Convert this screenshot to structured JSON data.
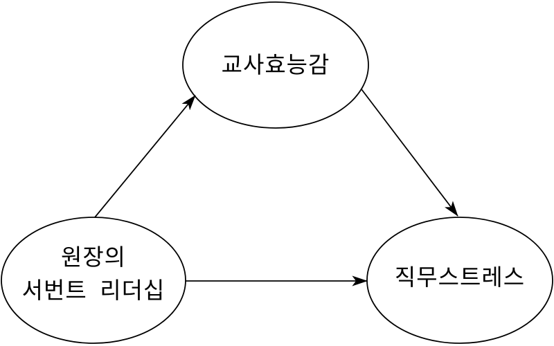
{
  "diagram": {
    "type": "path-model",
    "background_color": "#ffffff",
    "stroke_color": "#000000",
    "text_color": "#000000",
    "nodes": {
      "teacher_efficacy": {
        "label": "교사효능감",
        "shape": "ellipse",
        "position": "top-center"
      },
      "servant_leadership": {
        "label_line1": "원장의",
        "label_line2": "서번트 리더십",
        "shape": "ellipse",
        "position": "bottom-left"
      },
      "job_stress": {
        "label": "직무스트레스",
        "shape": "ellipse",
        "position": "bottom-right"
      }
    },
    "edges": [
      {
        "from": "원장의 서번트 리더십",
        "to": "교사효능감",
        "style": "straight-arrow"
      },
      {
        "from": "교사효능감",
        "to": "직무스트레스",
        "style": "straight-arrow"
      },
      {
        "from": "원장의 서번트 리더십",
        "to": "직무스트레스",
        "style": "straight-arrow"
      }
    ]
  }
}
